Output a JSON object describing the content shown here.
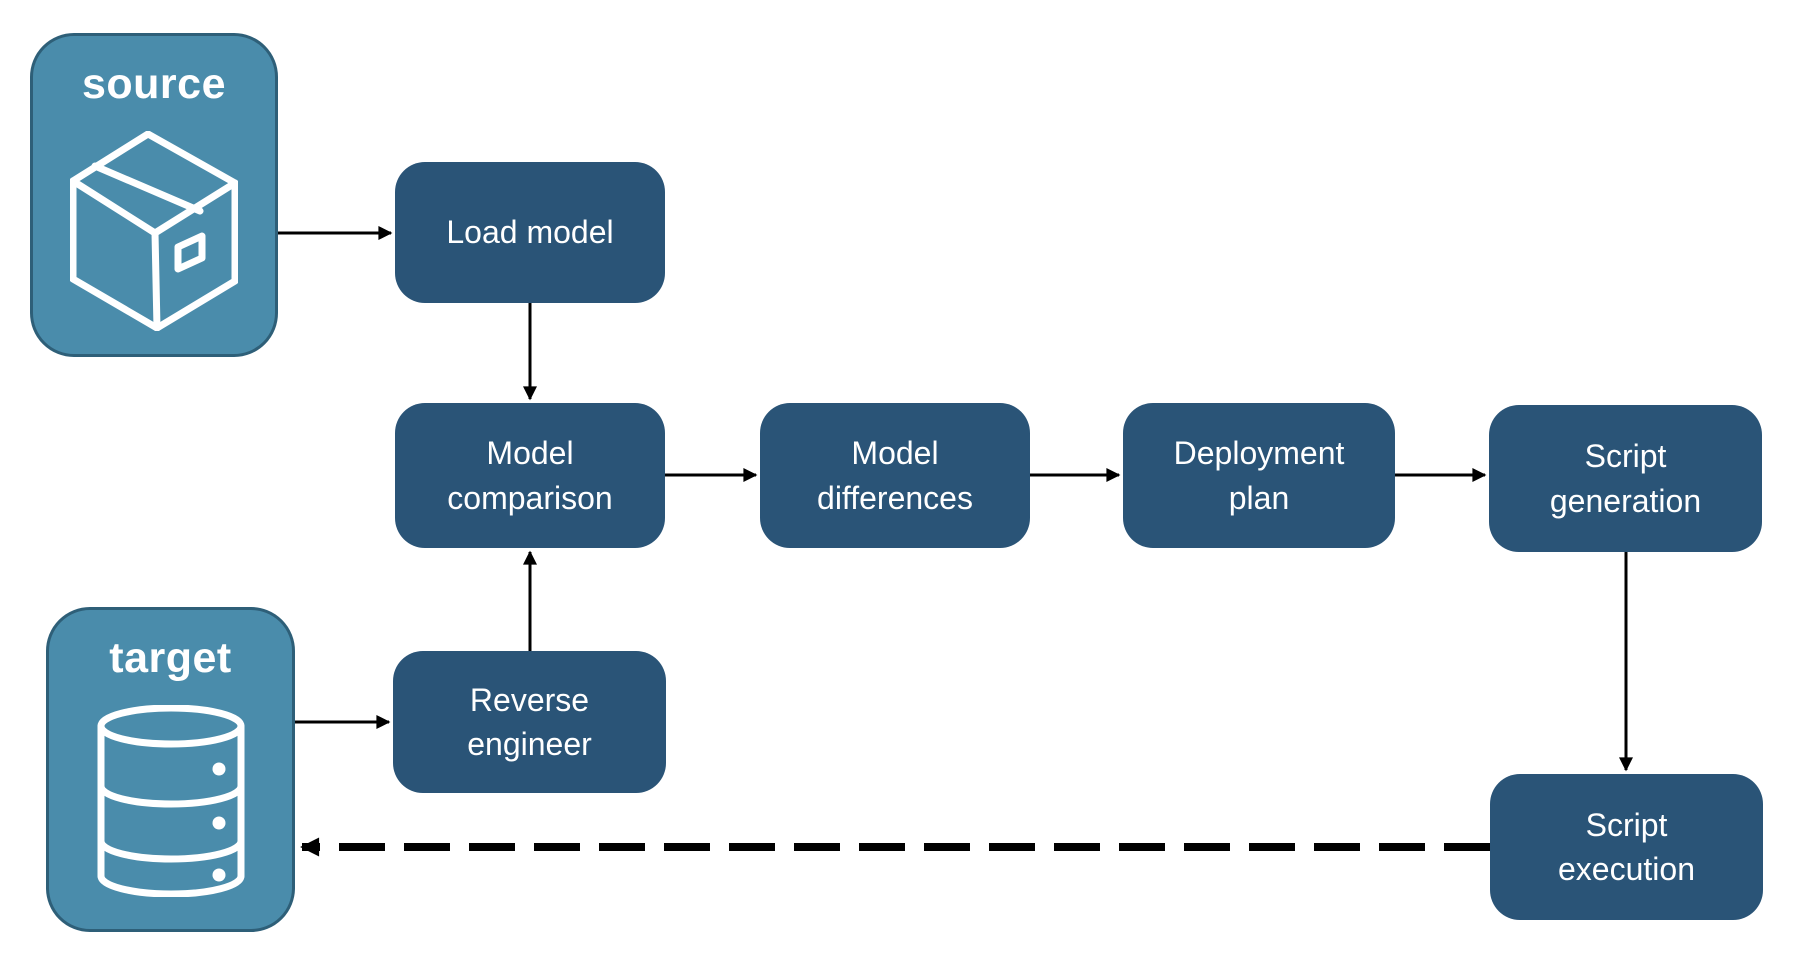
{
  "diagram": {
    "colors": {
      "canvas_background": "#ffffff",
      "endpoint_fill": "#4a8cab",
      "endpoint_border": "#2e5f78",
      "step_fill": "#2a5477",
      "label_text": "#ffffff",
      "arrow_color": "#000000"
    },
    "nodes": {
      "source": {
        "label": "source",
        "icon": "package-icon"
      },
      "target": {
        "label": "target",
        "icon": "database-icon"
      },
      "load_model": {
        "label": "Load model"
      },
      "model_comparison": {
        "label": "Model comparison"
      },
      "model_differences": {
        "label": "Model differences"
      },
      "deployment_plan": {
        "label": "Deployment plan"
      },
      "script_generation": {
        "label": "Script generation"
      },
      "reverse_engineer": {
        "label": "Reverse engineer"
      },
      "script_execution": {
        "label": "Script execution"
      }
    },
    "edges": [
      {
        "from": "source",
        "to": "load_model",
        "style": "solid"
      },
      {
        "from": "load_model",
        "to": "model_comparison",
        "style": "solid"
      },
      {
        "from": "target",
        "to": "reverse_engineer",
        "style": "solid"
      },
      {
        "from": "reverse_engineer",
        "to": "model_comparison",
        "style": "solid"
      },
      {
        "from": "model_comparison",
        "to": "model_differences",
        "style": "solid"
      },
      {
        "from": "model_differences",
        "to": "deployment_plan",
        "style": "solid"
      },
      {
        "from": "deployment_plan",
        "to": "script_generation",
        "style": "solid"
      },
      {
        "from": "script_generation",
        "to": "script_execution",
        "style": "solid"
      },
      {
        "from": "script_execution",
        "to": "target",
        "style": "dashed"
      }
    ]
  }
}
